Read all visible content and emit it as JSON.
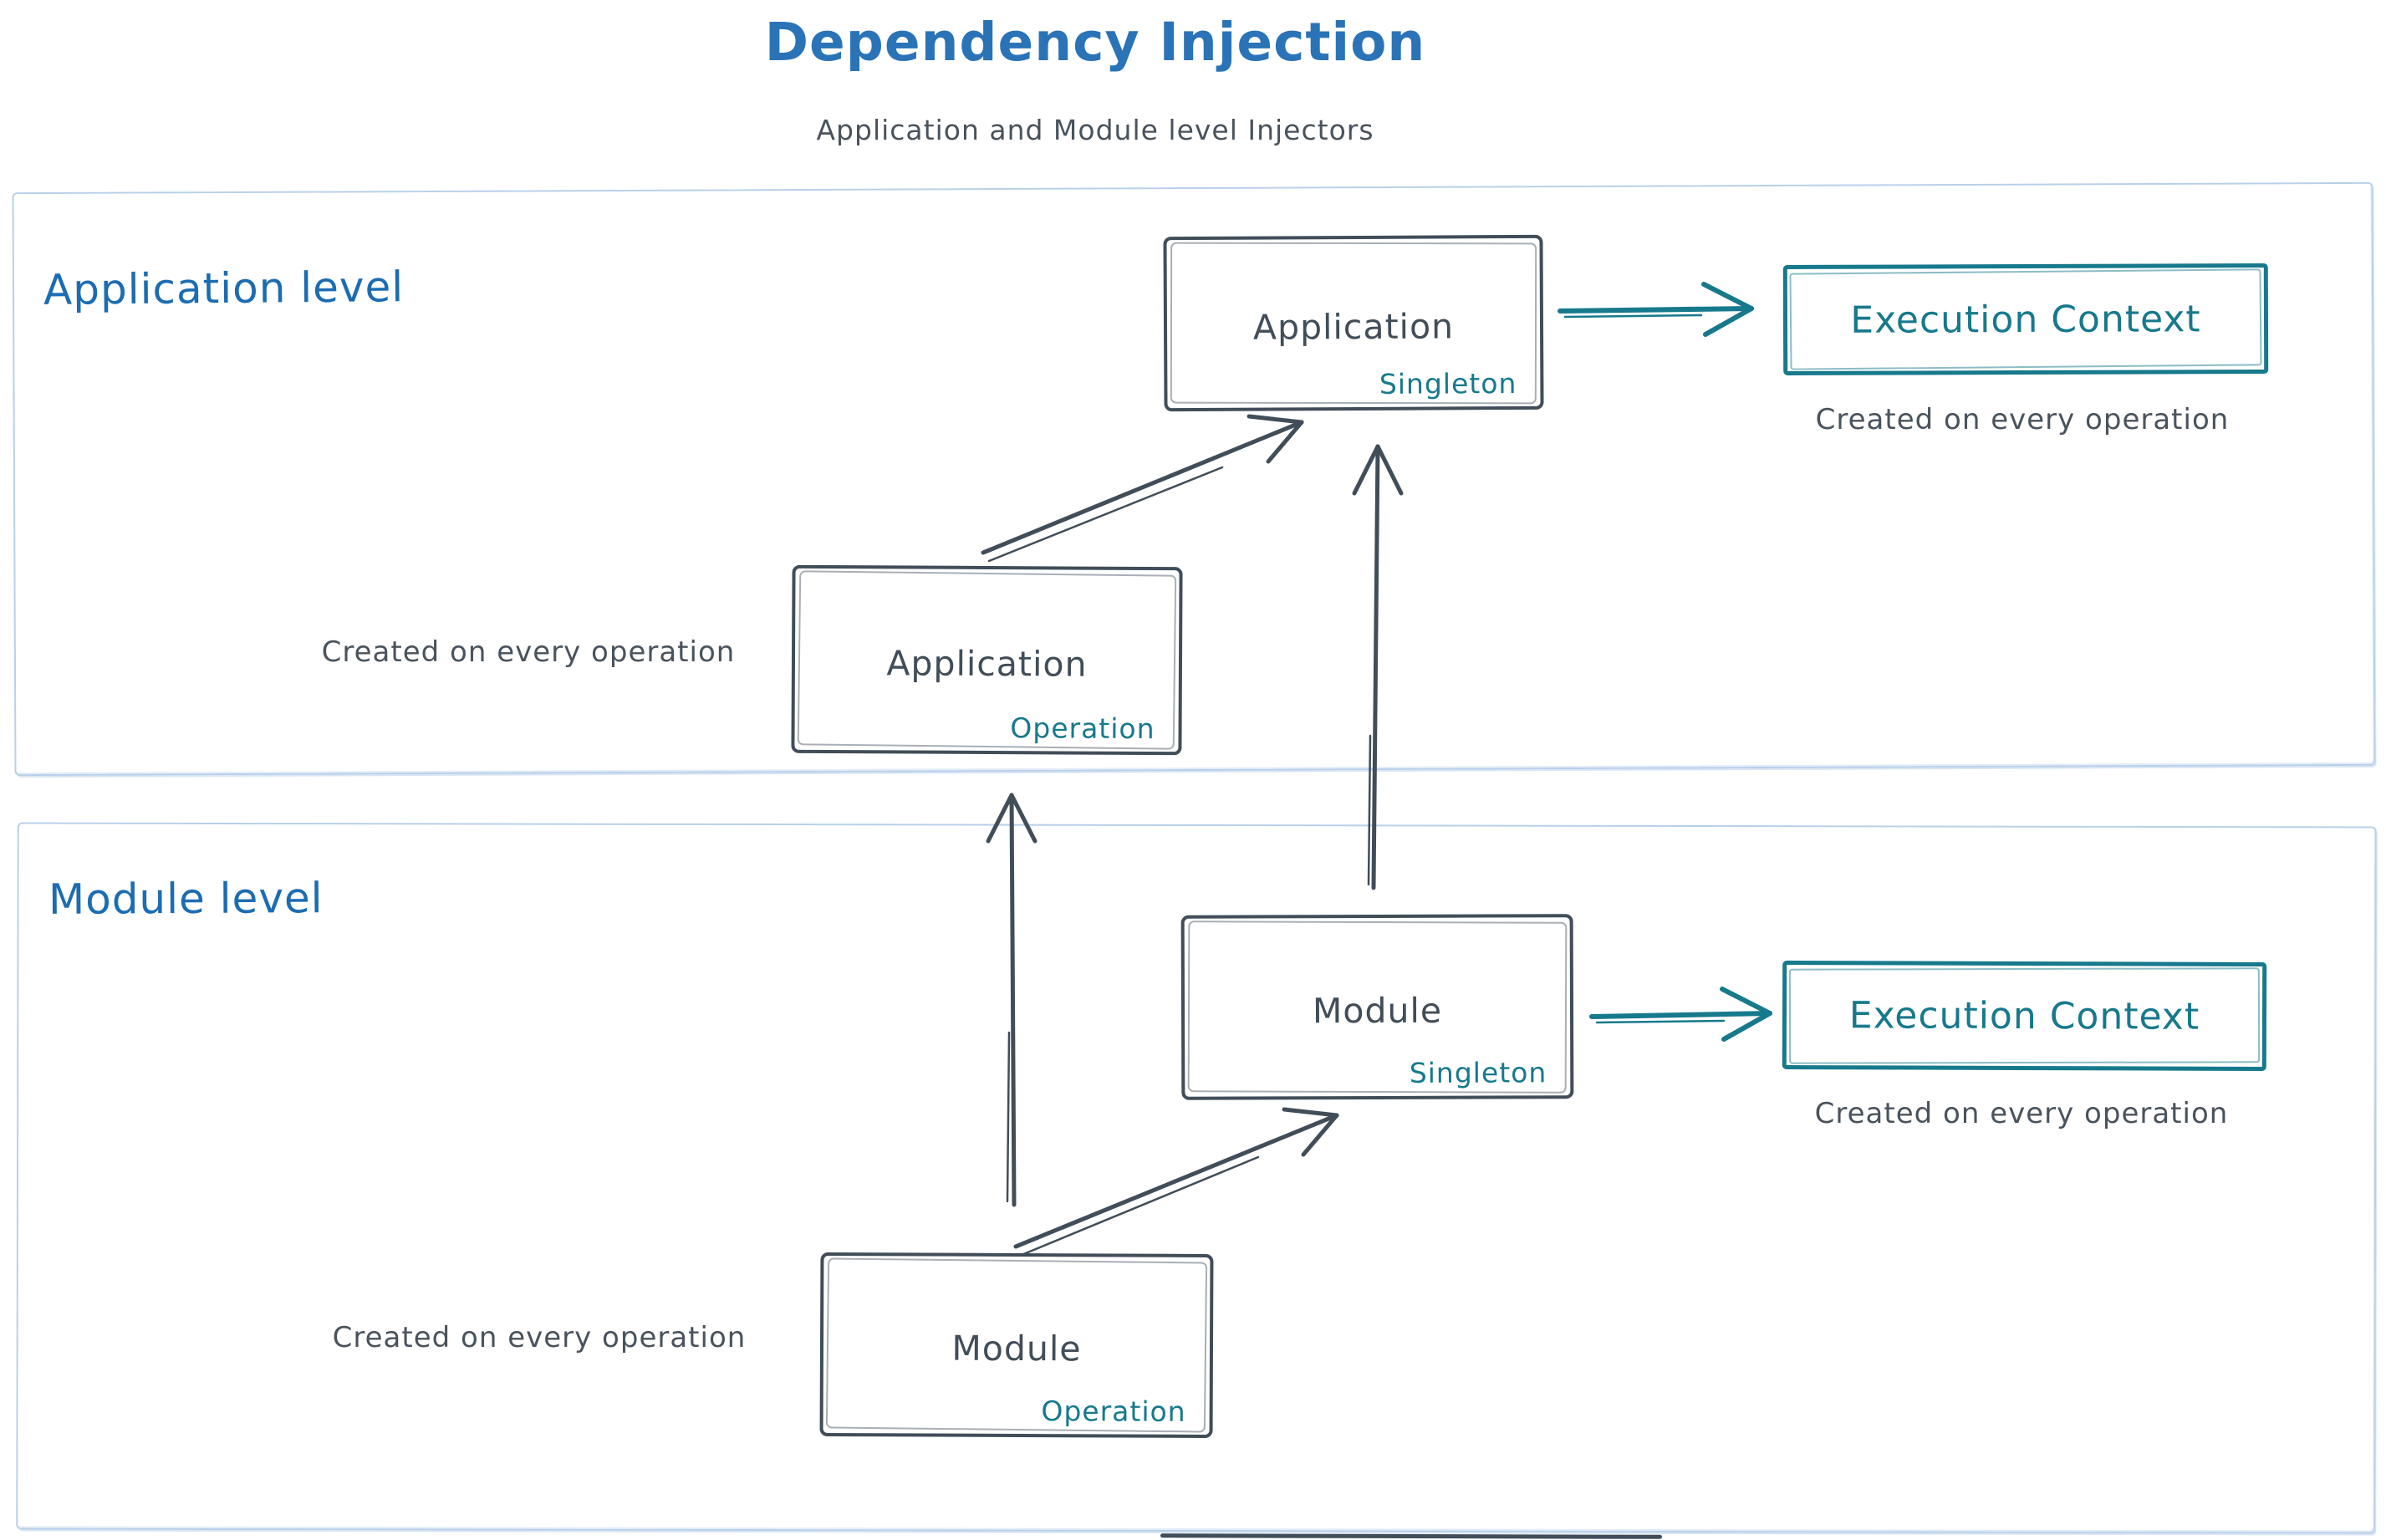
{
  "header": {
    "title": "Dependency Injection",
    "subtitle": "Application and Module level Injectors"
  },
  "regions": {
    "application": {
      "label": "Application level"
    },
    "module": {
      "label": "Module level"
    }
  },
  "nodes": {
    "app_singleton": {
      "name": "Application",
      "scope": "Singleton"
    },
    "app_operation": {
      "name": "Application",
      "scope": "Operation"
    },
    "module_singleton": {
      "name": "Module",
      "scope": "Singleton"
    },
    "module_operation": {
      "name": "Module",
      "scope": "Operation"
    }
  },
  "execution_contexts": {
    "application": {
      "label": "Execution Context",
      "caption": "Created on every operation"
    },
    "module": {
      "label": "Execution Context",
      "caption": "Created on every operation"
    }
  },
  "notes": {
    "app_operation_caption": "Created on every operation",
    "module_operation_caption": "Created on every operation"
  },
  "colors": {
    "title_blue": "#2a73b7",
    "label_blue": "#1c6cb2",
    "ink": "#414d59",
    "teal": "#17798c",
    "caption_gray": "#49535d",
    "region_border": "#b9d0ea"
  }
}
